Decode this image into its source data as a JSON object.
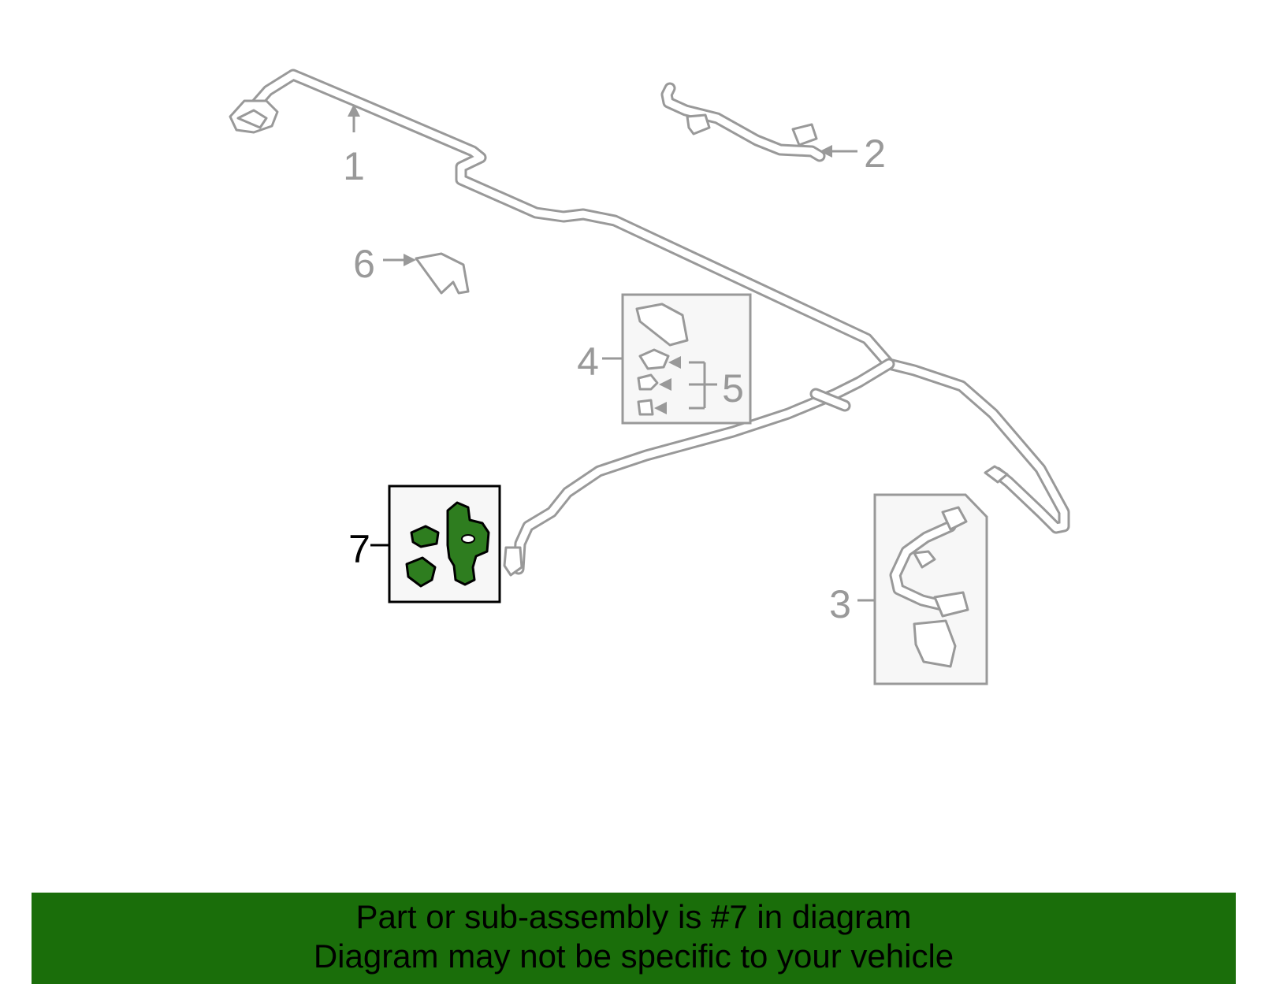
{
  "callouts": {
    "c1": "1",
    "c2": "2",
    "c3": "3",
    "c4": "4",
    "c5": "5",
    "c6": "6",
    "c7": "7"
  },
  "banner": {
    "line1": "Part or sub-assembly is #7 in diagram",
    "line2": "Diagram may not be specific to your vehicle"
  },
  "colors": {
    "highlight": "#2e7d1f",
    "banner": "#1a6e0a",
    "line": "#999999"
  }
}
